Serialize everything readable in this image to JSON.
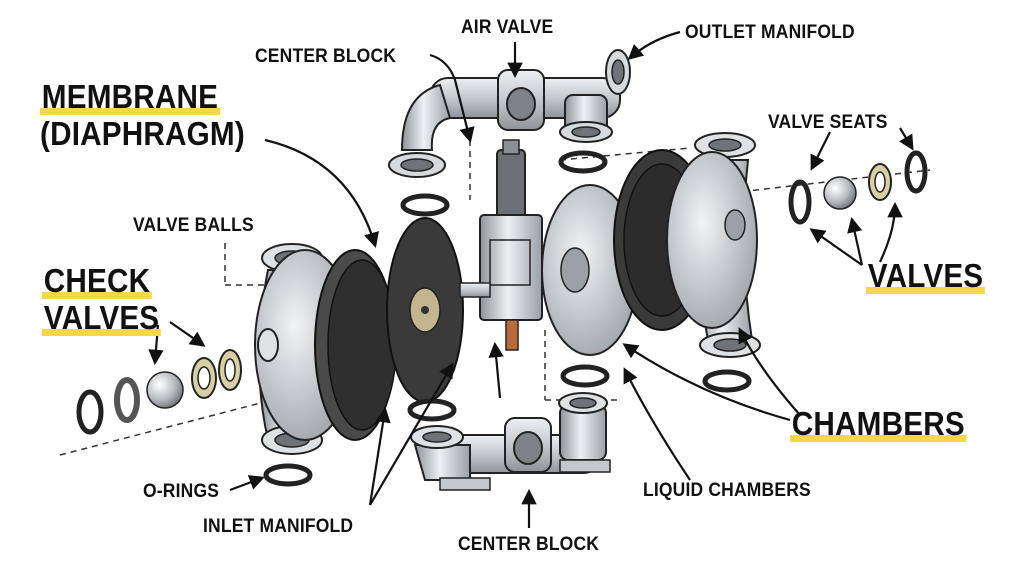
{
  "labels": {
    "air_valve": "AIR VALVE",
    "outlet_manifold": "OUTLET MANIFOLD",
    "center_block_top": "CENTER BLOCK",
    "membrane_line1": "MEMBRANE",
    "membrane_line2": "(DIAPHRAGM)",
    "valve_seats": "VALVE SEATS",
    "valve_balls": "VALVE BALLS",
    "check_line1": "CHECK",
    "check_line2": "VALVES",
    "valves": "VALVES",
    "chambers": "CHAMBERS",
    "o_rings": "O-RINGS",
    "inlet_manifold": "INLET MANIFOLD",
    "liquid_chambers": "LIQUID CHAMBERS",
    "center_block_bottom": "CENTER BLOCK"
  },
  "colors": {
    "highlight": "#f6d64a",
    "metal": "#c9cdd1",
    "metal_dark": "#8e949a",
    "rubber": "#3a3a3a",
    "seat": "#d8cfa4",
    "copper": "#b86b3a",
    "ink": "#111111"
  }
}
